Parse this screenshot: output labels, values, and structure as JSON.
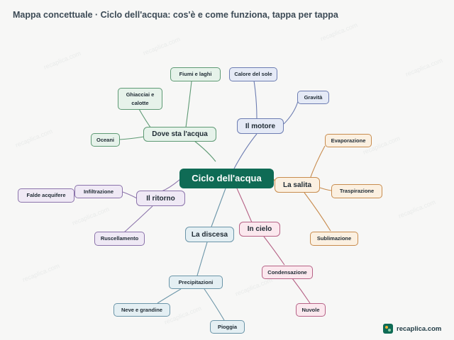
{
  "header": {
    "title": "Mappa concettuale · Ciclo dell'acqua: cos'è e come funziona, tappa per tappa"
  },
  "map": {
    "root": "Ciclo dell'acqua",
    "branches": {
      "dove_sta": {
        "label": "Dove sta l'acqua",
        "children": [
          "Fiumi e laghi",
          "Ghiacciai e calotte",
          "Oceani"
        ]
      },
      "motore": {
        "label": "Il motore",
        "children": [
          "Calore del sole",
          "Gravità"
        ]
      },
      "salita": {
        "label": "La salita",
        "children": [
          "Evaporazione",
          "Traspirazione",
          "Sublimazione"
        ]
      },
      "ritorno": {
        "label": "Il ritorno",
        "children": [
          "Infiltrazione",
          "Falde acquifere",
          "Ruscellamento"
        ]
      },
      "discesa": {
        "label": "La discesa",
        "children": [
          "Precipitazioni",
          "Neve e grandine",
          "Pioggia"
        ]
      },
      "cielo": {
        "label": "In cielo",
        "children": [
          "Condensazione",
          "Nuvole"
        ]
      }
    }
  },
  "colors": {
    "root": "#0f6b55",
    "dove_sta": "#5e9a74",
    "motore": "#6d7db2",
    "salita": "#c88c4e",
    "ritorno": "#8c74ab",
    "discesa": "#6b95a8",
    "cielo": "#b66286"
  },
  "watermark": "recaplica.com",
  "brand": {
    "name": "recaplica.com"
  }
}
